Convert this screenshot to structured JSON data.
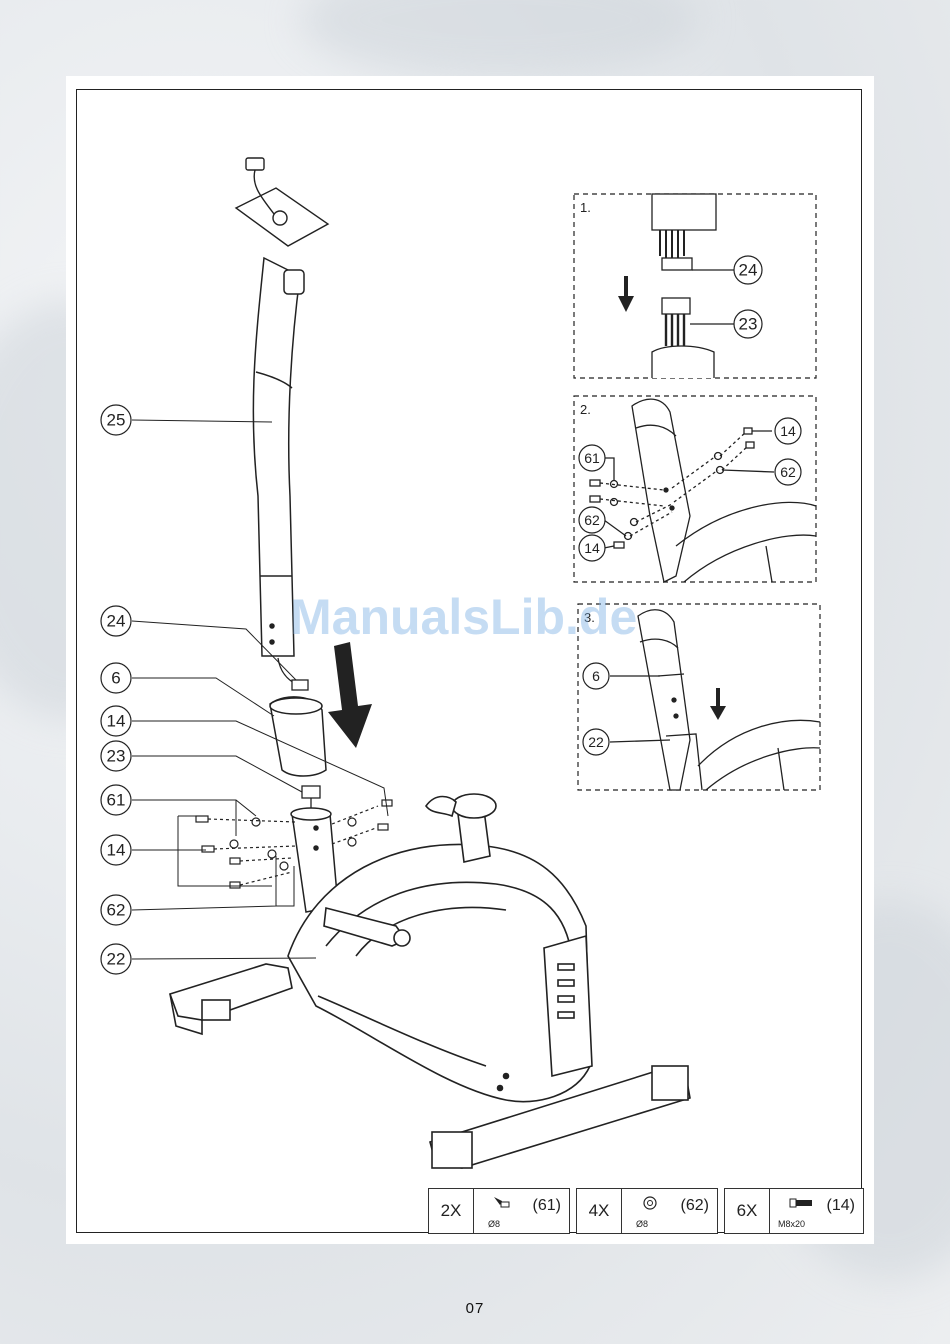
{
  "callouts": {
    "c25": "25",
    "c24": "24",
    "c6": "6",
    "c14": "14",
    "c23": "23",
    "c61": "61",
    "c14b": "14",
    "c62": "62",
    "c22": "22"
  },
  "steps": [
    {
      "label": "1.",
      "callouts": [
        "24",
        "23"
      ]
    },
    {
      "label": "2.",
      "callouts": [
        "14",
        "62",
        "61",
        "62",
        "14"
      ]
    },
    {
      "label": "3.",
      "callouts": [
        "6",
        "22"
      ]
    }
  ],
  "parts": [
    {
      "qty": "2X",
      "ref": "(61)",
      "spec": "Ø8",
      "icon": "bolt-icon"
    },
    {
      "qty": "4X",
      "ref": "(62)",
      "spec": "Ø8",
      "icon": "washer-icon"
    },
    {
      "qty": "6X",
      "ref": "(14)",
      "spec": "M8x20",
      "icon": "screw-icon"
    }
  ],
  "watermark": "ManualsLib.de",
  "page_number": "07"
}
